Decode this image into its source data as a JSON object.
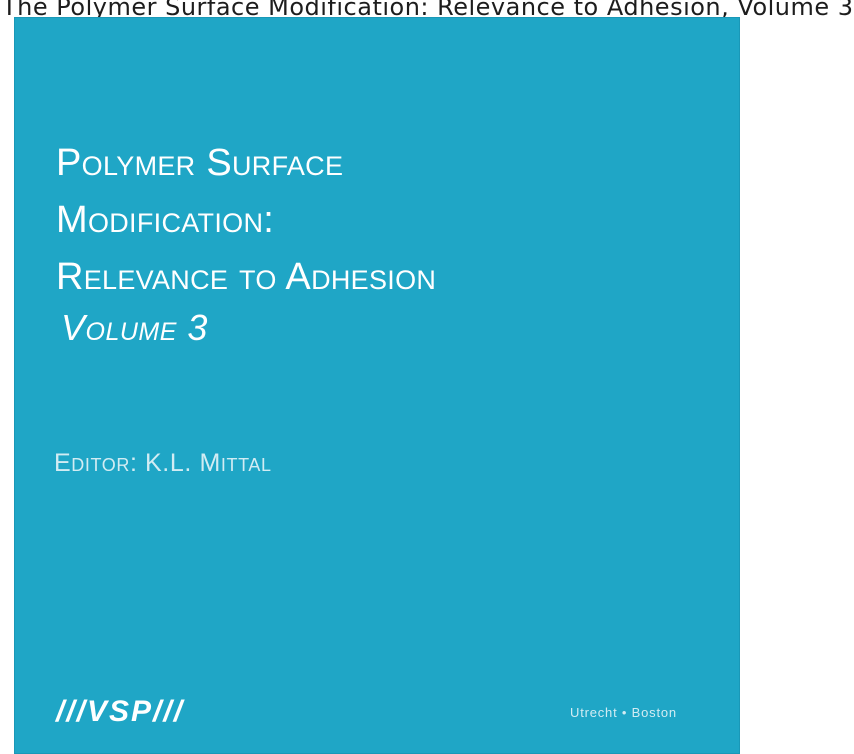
{
  "top_strip": {
    "text": "The Polymer Surface Modification: Relevance to Adhesion, Volume 3"
  },
  "cover": {
    "background_color": "#1fa6c6",
    "title_lines": [
      "Polymer Surface",
      "Modification:",
      "Relevance to Adhesion"
    ],
    "volume": "Volume 3",
    "editor": "Editor: K.L. Mittal",
    "publisher_logo": "///VSP///",
    "places": "Utrecht • Boston"
  }
}
